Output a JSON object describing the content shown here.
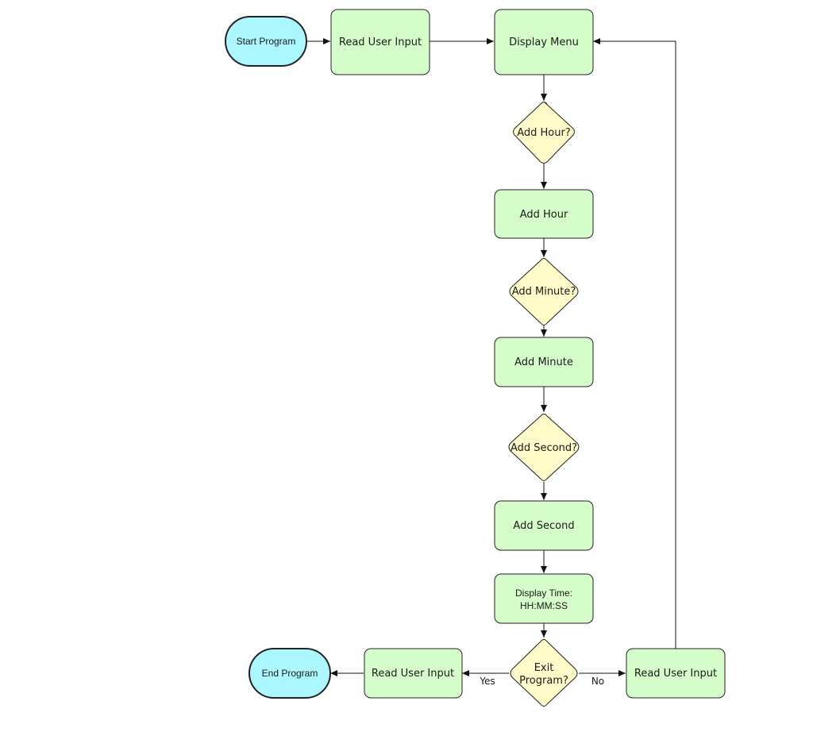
{
  "colors": {
    "terminal_fill": "#aaf7ff",
    "process_fill": "#d5fdc9",
    "decision_fill": "#fffcc9",
    "stroke": "#222222"
  },
  "nodes": {
    "start": "Start Program",
    "read_input_top": "Read User Input",
    "display_menu": "Display Menu",
    "add_hour_q": "Add Hour?",
    "add_hour": "Add Hour",
    "add_minute_q": "Add Minute?",
    "add_minute": "Add Minute",
    "add_second_q": "Add Second?",
    "add_second": "Add Second",
    "display_time_line1": "Display Time:",
    "display_time_line2": "HH:MM:SS",
    "exit_q_line1": "Exit",
    "exit_q_line2": "Program?",
    "read_input_left": "Read User Input",
    "read_input_right": "Read User Input",
    "end": "End Program"
  },
  "edges": {
    "yes_label": "Yes",
    "no_label": "No"
  }
}
